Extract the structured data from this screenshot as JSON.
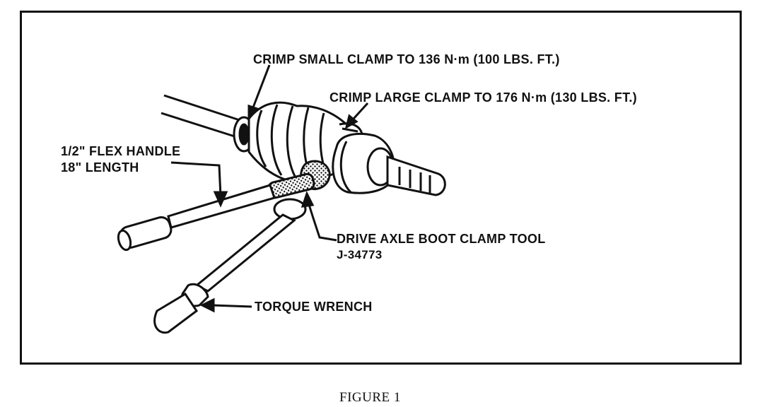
{
  "figure": {
    "callouts": {
      "small_clamp": "CRIMP SMALL CLAMP TO 136 N·m (100 LBS. FT.)",
      "large_clamp": "CRIMP LARGE CLAMP TO 176 N·m (130 LBS. FT.)",
      "flex_handle_line1": "1/2\" FLEX HANDLE",
      "flex_handle_line2": "18\" LENGTH",
      "clamp_tool_line1": "DRIVE AXLE BOOT CLAMP TOOL",
      "clamp_tool_line2": "J-34773",
      "torque_wrench": "TORQUE WRENCH"
    },
    "caption": "FIGURE 1"
  }
}
